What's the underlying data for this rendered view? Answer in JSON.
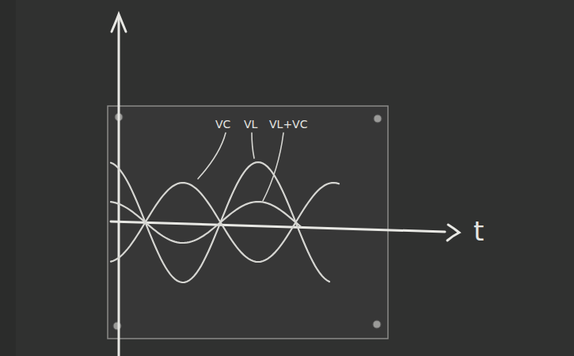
{
  "diagram": {
    "labels": [
      "VC",
      "VL",
      "VL+VC",
      "t"
    ]
  }
}
